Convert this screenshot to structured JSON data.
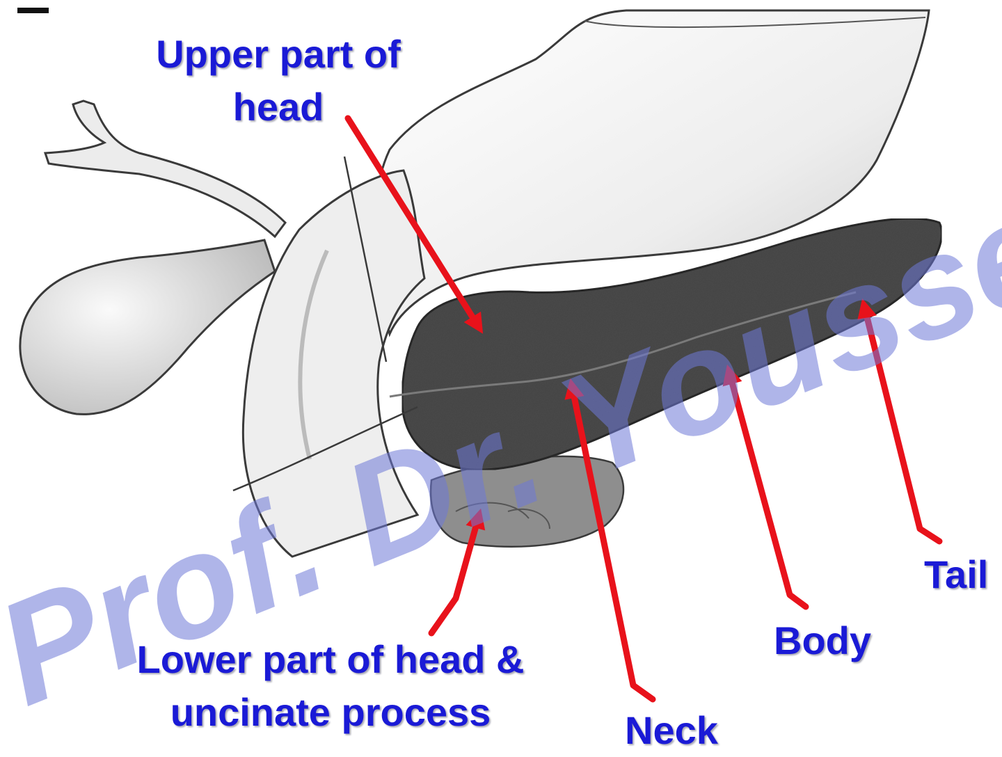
{
  "labels": {
    "upper_head": [
      "Upper part of",
      "head"
    ],
    "lower_head": [
      "Lower part of head &",
      "uncinate process"
    ],
    "neck": "Neck",
    "body": "Body",
    "tail": "Tail"
  },
  "watermark": "Prof. Dr. Yousse",
  "colors": {
    "label_text": "#1a1ad6",
    "arrow": "#e8121b",
    "pancreas": "#4a4a4a",
    "watermark": "#8a93df"
  }
}
